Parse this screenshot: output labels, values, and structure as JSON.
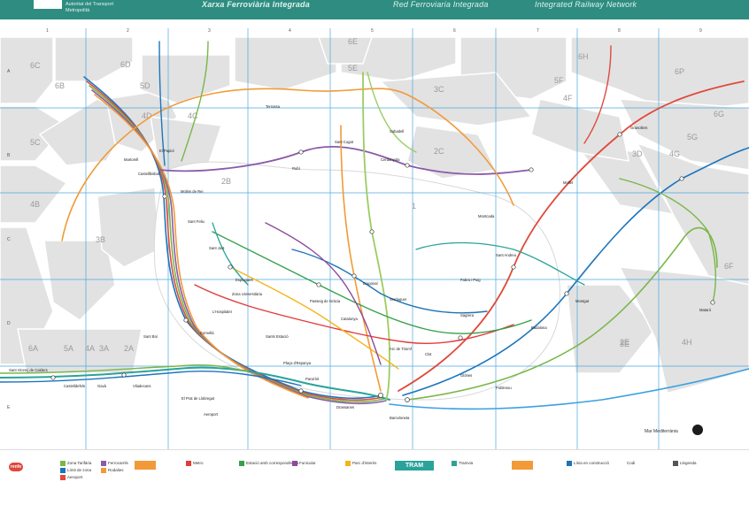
{
  "header": {
    "org_line1": "Autoritat del Transport",
    "org_line2": "Metropolità",
    "title_ca": "Xarxa Ferroviària Integrada",
    "title_es": "Red Ferroviaria Integrada",
    "title_en": "Integrated Railway Network",
    "bg_color": "#2e8c80"
  },
  "zones": [
    "6C",
    "6D",
    "6B",
    "5D",
    "5E",
    "6E",
    "5C",
    "4B",
    "4D",
    "4C",
    "2B",
    "3B",
    "3C",
    "2C",
    "1",
    "5F",
    "6H",
    "6P",
    "4F",
    "5G",
    "6G",
    "3D",
    "3E",
    "4G",
    "2E",
    "4H",
    "6F",
    "2A",
    "3A",
    "4A",
    "5A",
    "6A"
  ],
  "grid": {
    "columns": [
      "1",
      "2",
      "3",
      "4",
      "5",
      "6",
      "7",
      "8",
      "9"
    ],
    "rows": [
      "A",
      "B",
      "C",
      "D",
      "E"
    ]
  },
  "stations": [
    "Sant Vicenç de Calders",
    "Castelldefels",
    "Gavà",
    "Viladecans",
    "El Prat de Llobregat",
    "Aeroport",
    "Sant Boi",
    "Cornellà",
    "L'Hospitalet",
    "Sants Estació",
    "Passeig de Gràcia",
    "Catalunya",
    "Plaça d'Espanya",
    "Sagrera",
    "Clot",
    "Arc de Triomf",
    "Badalona",
    "Montgat",
    "Mataró",
    "Sant Cugat",
    "Sabadell",
    "Terrassa",
    "Martorell",
    "Molins de Rei",
    "Sant Feliu",
    "Granollers",
    "Mollet",
    "Montcada",
    "Cerdanyola",
    "Rubí",
    "Castellbisbal",
    "Esplugues",
    "Sant Just",
    "El Papiol",
    "Sant Andreu",
    "Fabra i Puig",
    "Verdaguer",
    "Diagonal",
    "Glòries",
    "Poblenou",
    "Barceloneta",
    "Drassanes",
    "Paral·lel",
    "Zona Universitària"
  ],
  "sea_label": "Mar Mediterrània",
  "legend": {
    "renfe": "renfe",
    "tram": "TRAM",
    "items": [
      "Zona Tarifària",
      "Límit de zona",
      "Aeroport",
      "Ferrocarrils",
      "Rodalies",
      "Metro",
      "Estació amb correspondència",
      "Funicular",
      "Parc d'interès",
      "Tramvia",
      "Línia en construcció",
      "Codi",
      "Llegenda"
    ],
    "colors": {
      "r1": "#7ab648",
      "r2": "#1c75bc",
      "r3": "#e04a3b",
      "r4": "#8b5aa8",
      "l1": "#e23b3b",
      "l2": "#8e4a9a",
      "l3": "#35a04a",
      "l4": "#f5b41a",
      "l5": "#1c73b8",
      "fgc": "#9bcc62",
      "tram": "#2aa39a",
      "orange": "#f29a38",
      "grid": "#3aa0e0"
    }
  }
}
